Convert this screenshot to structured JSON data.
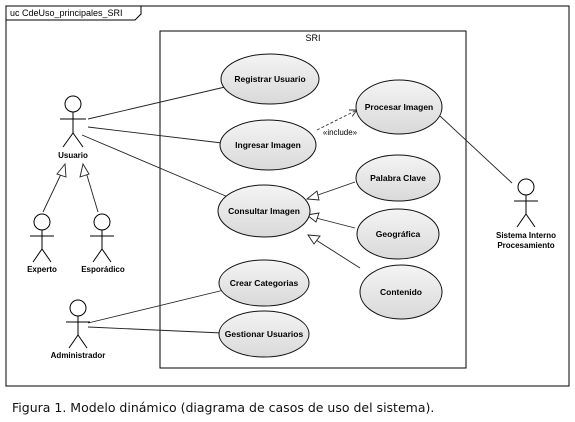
{
  "frame": {
    "label": "uc CdeUso_principales_SRI"
  },
  "system": {
    "label": "SRI"
  },
  "use_cases": {
    "registrar_usuario": "Registrar Usuario",
    "ingresar_imagen": "Ingresar Imagen",
    "consultar_imagen": "Consultar Imagen",
    "crear_categorias": "Crear Categorias",
    "gestionar_usuarios": "Gestionar Usuarios",
    "procesar_imagen": "Procesar Imagen",
    "palabra_clave": "Palabra Clave",
    "geografica": "Geográfica",
    "contenido": "Contenido"
  },
  "actors": {
    "usuario": "Usuario",
    "experto": "Experto",
    "esporadico": "Esporádico",
    "administrador": "Administrador",
    "sistema_line1": "Sistema Interno",
    "sistema_line2": "Procesamiento"
  },
  "include_label": "«include»",
  "caption": "Figura 1. Modelo dinámico (diagrama de casos de uso del sistema)."
}
